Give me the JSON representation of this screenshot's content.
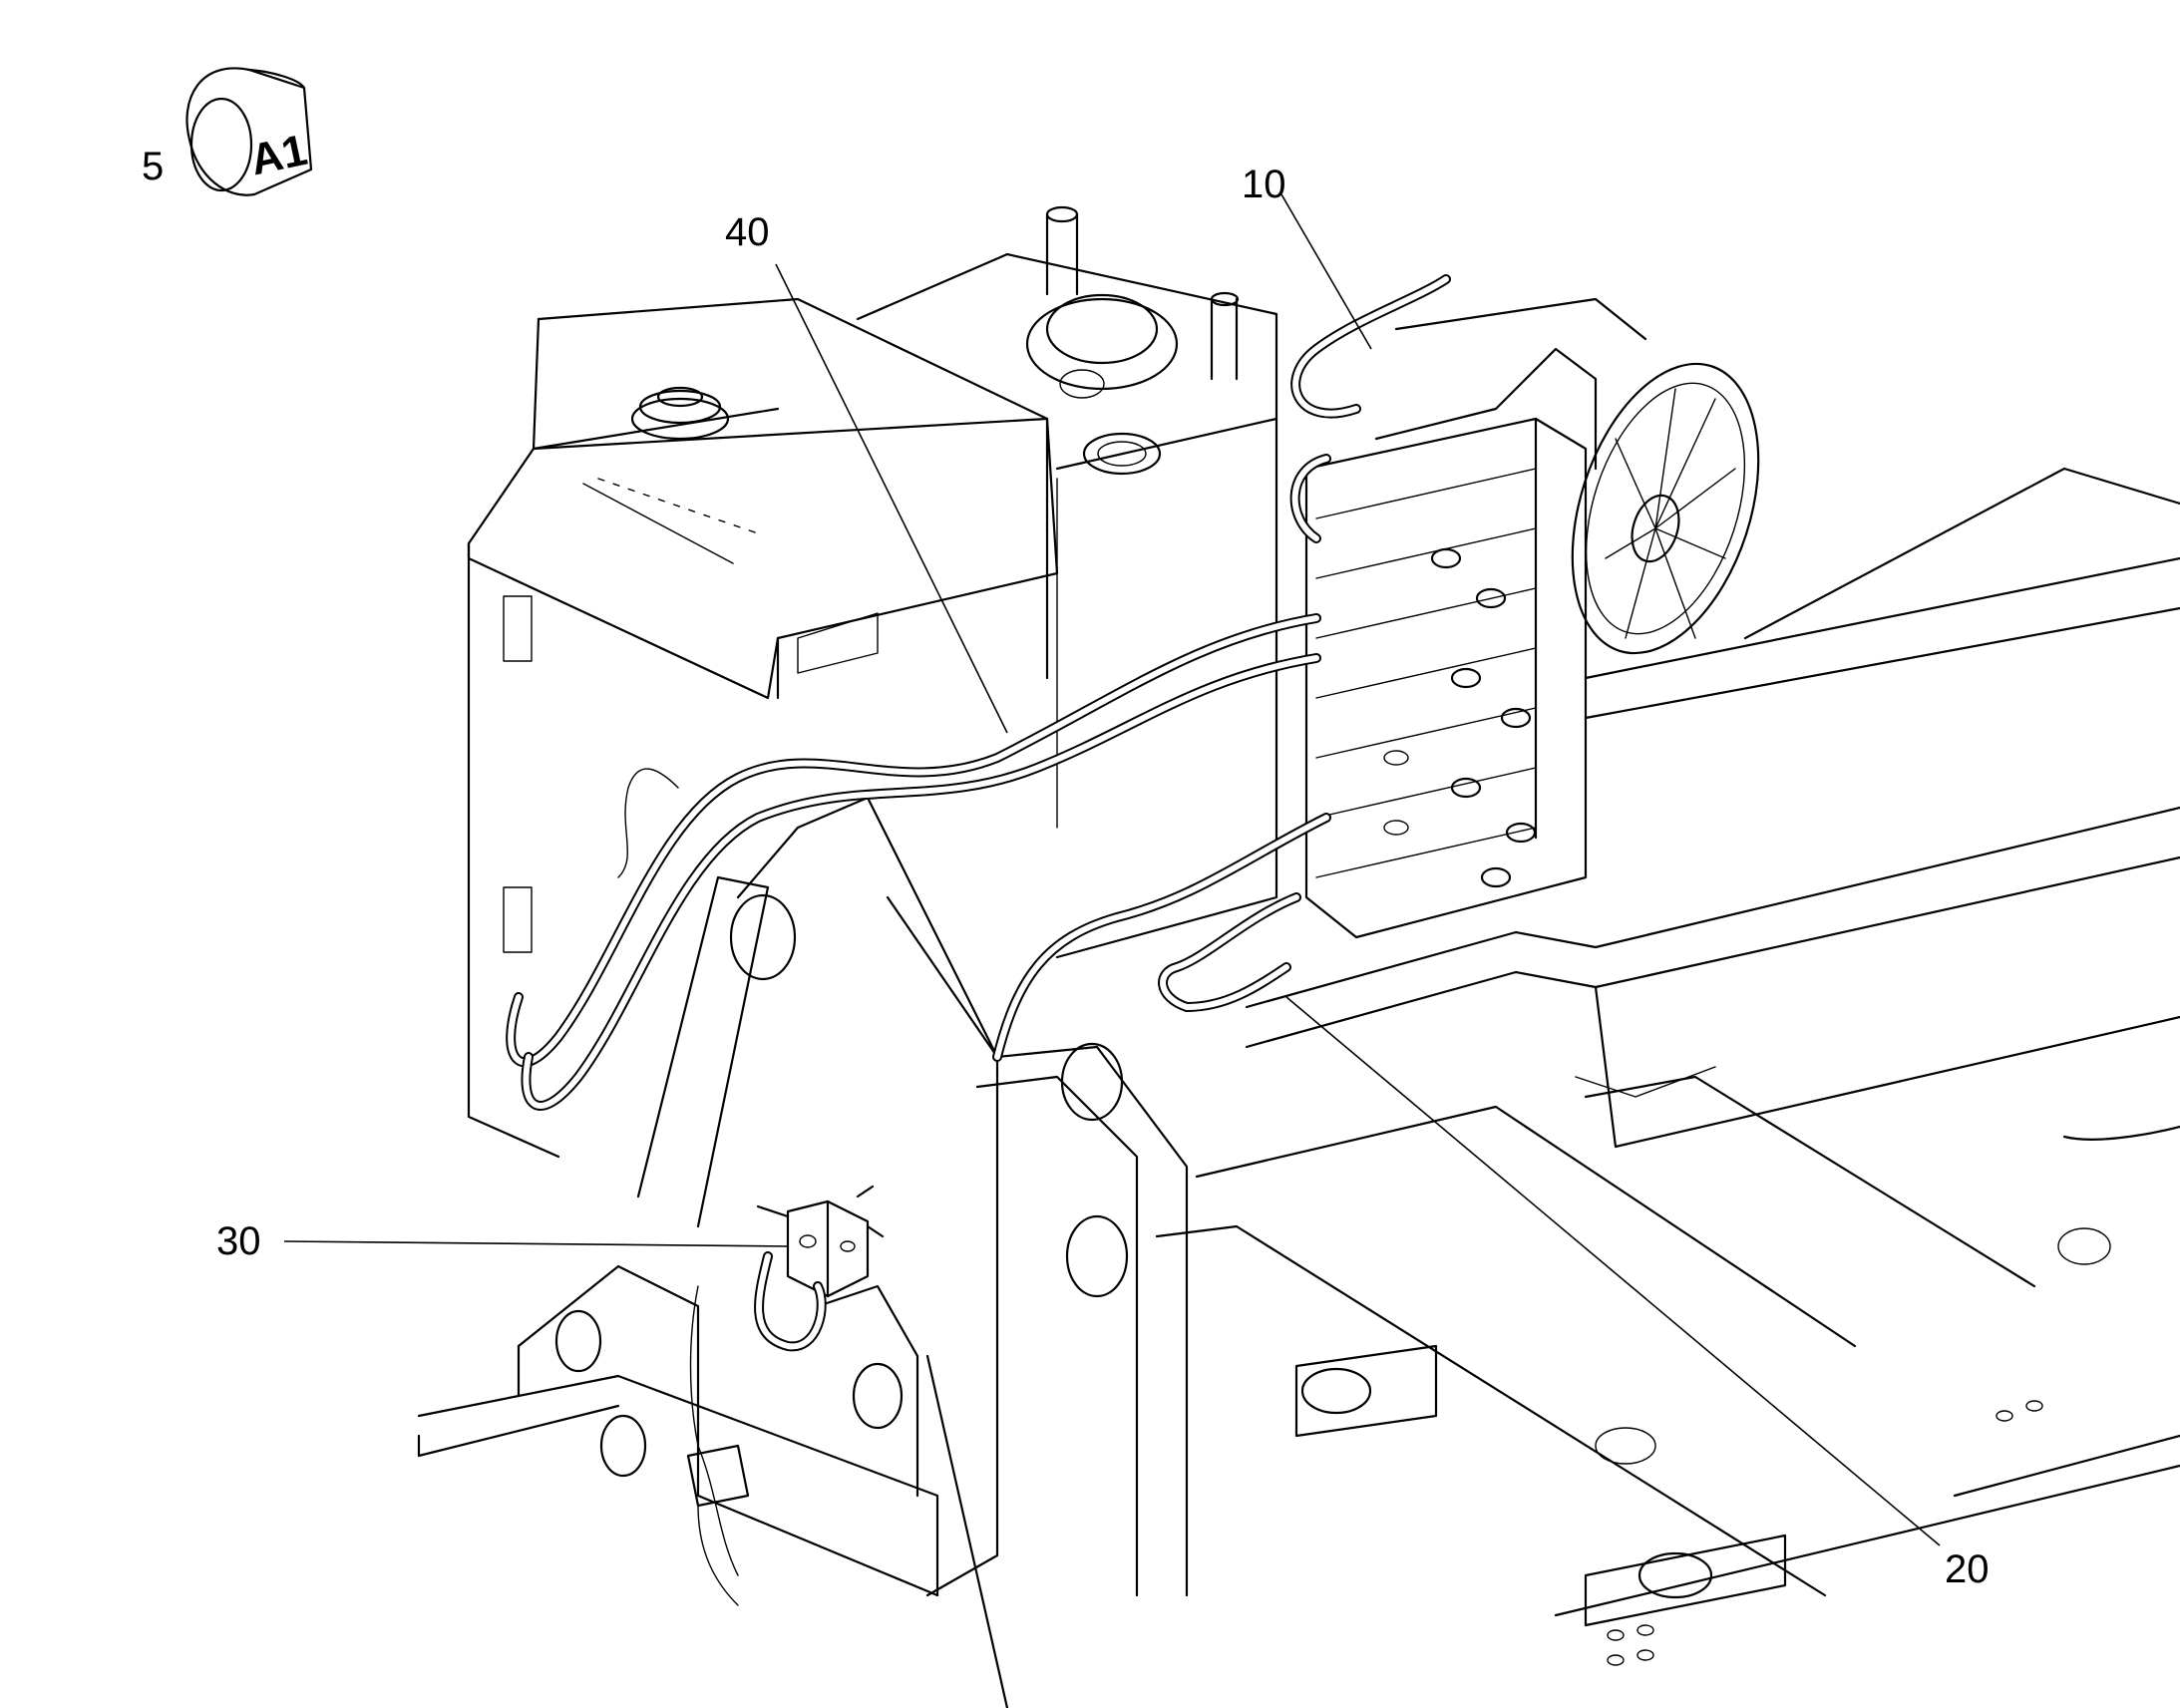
{
  "callouts": {
    "item_5": "5",
    "item_10": "10",
    "item_20": "20",
    "item_30": "30",
    "item_40": "40"
  },
  "badge": {
    "text": "A1",
    "icon": "kit-sleeve-icon"
  },
  "colors": {
    "line": "#000000",
    "background": "#ffffff"
  }
}
